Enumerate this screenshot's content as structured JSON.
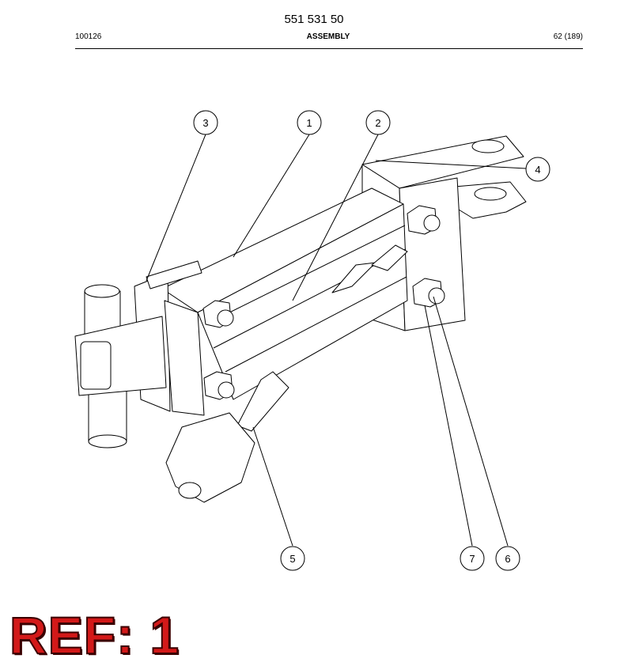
{
  "header": {
    "doc_number": "551 531 50",
    "date_code": "100126",
    "section_title": "ASSEMBLY",
    "page_info": "62 (189)"
  },
  "callouts": [
    {
      "id": "callout-3",
      "label": "3"
    },
    {
      "id": "callout-1",
      "label": "1"
    },
    {
      "id": "callout-2",
      "label": "2"
    },
    {
      "id": "callout-4",
      "label": "4"
    },
    {
      "id": "callout-5",
      "label": "5"
    },
    {
      "id": "callout-7",
      "label": "7"
    },
    {
      "id": "callout-6",
      "label": "6"
    }
  ],
  "ref_stamp": "REF: 1",
  "colors": {
    "ink": "#000000",
    "stamp_red": "#d31919"
  }
}
